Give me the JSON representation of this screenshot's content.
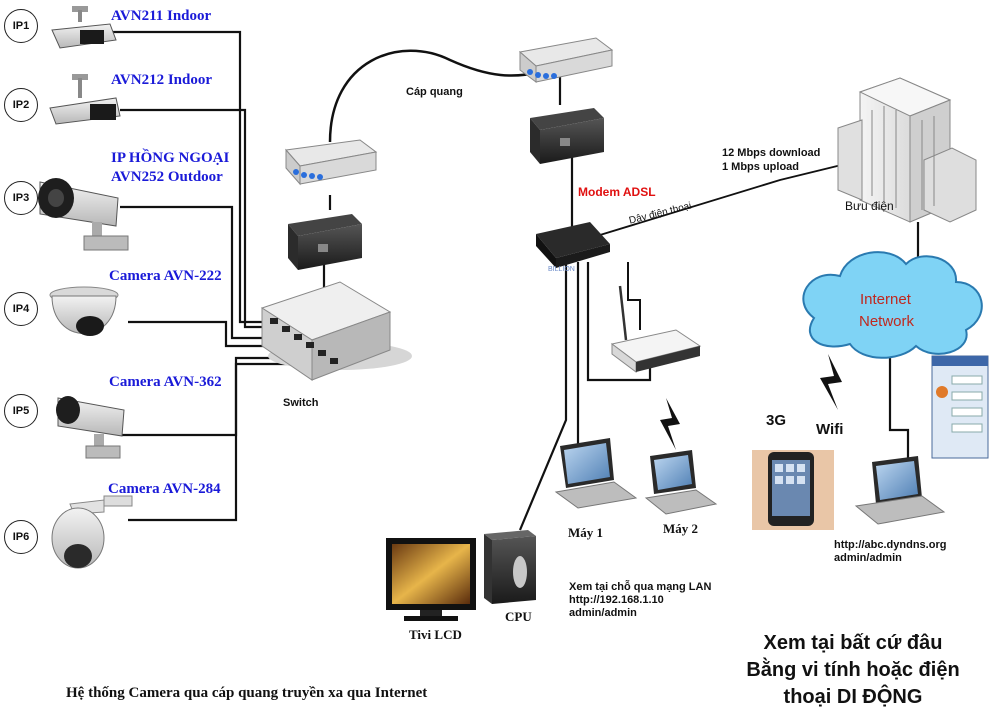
{
  "cameras": [
    {
      "ip": "IP1",
      "label": "AVN211 Indoor",
      "label2": ""
    },
    {
      "ip": "IP2",
      "label": "AVN212 Indoor",
      "label2": ""
    },
    {
      "ip": "IP3",
      "label": "IP HỒNG NGOẠI",
      "label2": "AVN252 Outdoor"
    },
    {
      "ip": "IP4",
      "label": "Camera AVN-222",
      "label2": ""
    },
    {
      "ip": "IP5",
      "label": "Camera AVN-362",
      "label2": ""
    },
    {
      "ip": "IP6",
      "label": "Camera AVN-284",
      "label2": ""
    }
  ],
  "labels": {
    "fiber": "Cáp quang",
    "switch": "Switch",
    "modem": "Modem ADSL",
    "phone_line": "Dây điện thoại",
    "speed_down": "12 Mbps download",
    "speed_up": "1 Mbps upload",
    "post_office": "Bưu điện",
    "internet_1": "Internet",
    "internet_2": "Network",
    "threeg": "3G",
    "wifi": "Wifi",
    "machine1": "Máy 1",
    "machine2": "Máy 2",
    "cpu": "CPU",
    "tv": "Tivi LCD",
    "lan_1": "Xem tại chỗ qua mạng LAN",
    "lan_2": "http://192.168.1.10",
    "lan_3": "admin/admin",
    "remote_1": "http://abc.dyndns.org",
    "remote_2": "admin/admin",
    "big_1": "Xem tại bất cứ đâu",
    "big_2": "Bằng vi tính hoặc điện",
    "big_3": "thoại DI ĐỘNG",
    "caption": "Hệ thống Camera qua cáp quang truyền xa qua Internet",
    "modem_brand": "BILLION"
  },
  "colors": {
    "camera_label": "#1a1ad8",
    "modem_label": "#e01010",
    "cloud_fill": "#7fd3f5",
    "cloud_text": "#c0281e"
  }
}
